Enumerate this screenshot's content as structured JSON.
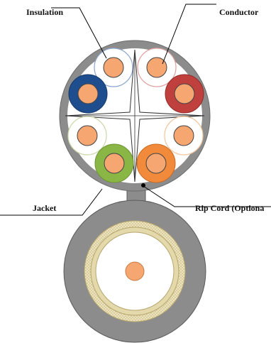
{
  "labels": {
    "insulation": "Insulation",
    "conductor": "Conductor",
    "jacket": "Jacket",
    "rip_cord": "Rip Cord (Optiona"
  },
  "colors": {
    "jacket_gray": "#8c8c8c",
    "jacket_stroke": "#5a5a5a",
    "copper": "#f5a671",
    "copper_stroke": "#c77b40",
    "blue": "#1f4e8f",
    "red": "#c0403d",
    "green": "#8ab646",
    "orange": "#f28a3c",
    "white_pair_stroke_blue": "#8aa6cc",
    "white_pair_stroke_red": "#e0a09f",
    "white_pair_stroke_orange": "#f0c49a",
    "white_pair_stroke_green": "#c9d8a8",
    "coax_braid": "#e8dfb4",
    "coax_ring": "#cdbd85",
    "line": "#000000"
  }
}
